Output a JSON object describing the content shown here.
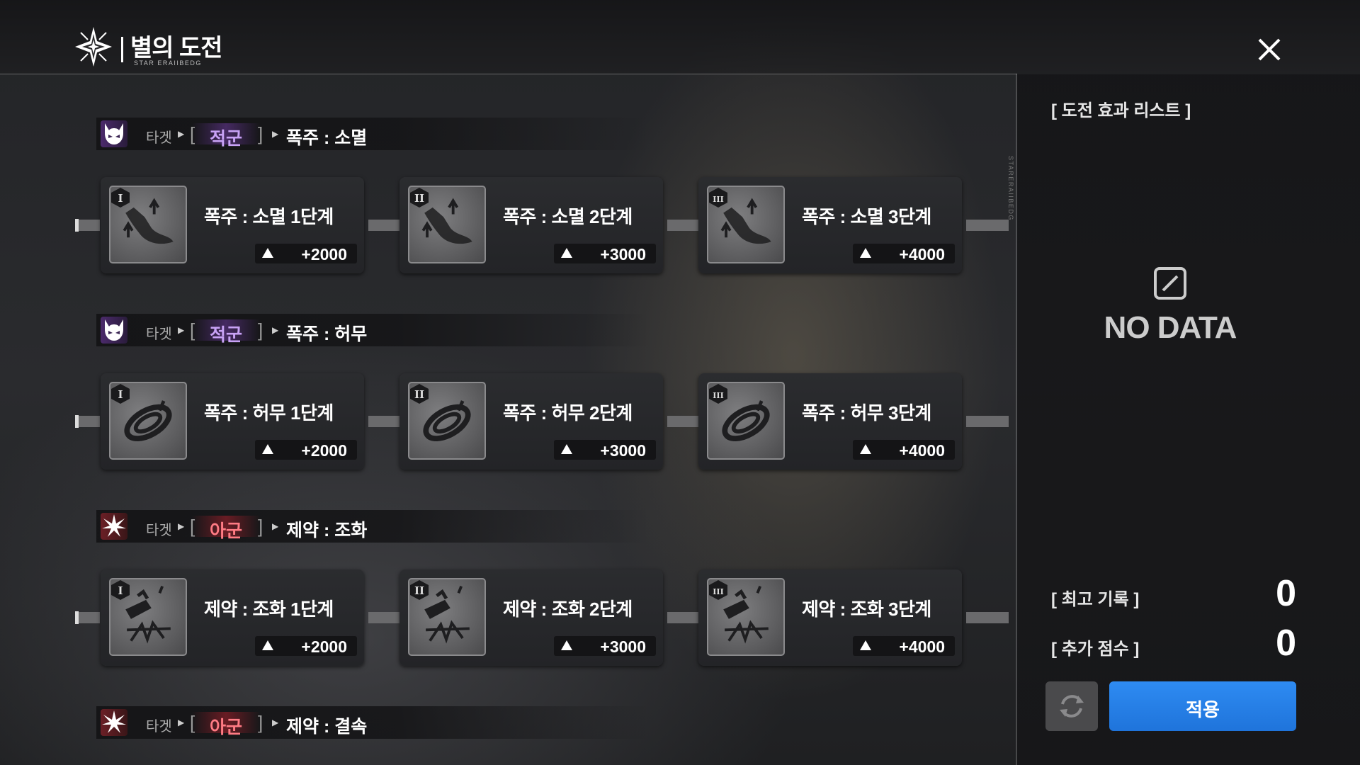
{
  "header": {
    "title": "별의 도전",
    "subtitle": "STAR ERAIIBEDG"
  },
  "sections": [
    {
      "type": "enemy",
      "label": "타겟",
      "target": "적군",
      "name": "폭주 : 소멸",
      "cards": [
        {
          "name": "폭주 : 소멸 1단계",
          "tier": "I",
          "score": "+2000"
        },
        {
          "name": "폭주 : 소멸 2단계",
          "tier": "II",
          "score": "+3000"
        },
        {
          "name": "폭주 : 소멸 3단계",
          "tier": "III",
          "score": "+4000"
        }
      ]
    },
    {
      "type": "enemy",
      "label": "타겟",
      "target": "적군",
      "name": "폭주 : 허무",
      "cards": [
        {
          "name": "폭주 : 허무 1단계",
          "tier": "I",
          "score": "+2000"
        },
        {
          "name": "폭주 : 허무 2단계",
          "tier": "II",
          "score": "+3000"
        },
        {
          "name": "폭주 : 허무 3단계",
          "tier": "III",
          "score": "+4000"
        }
      ]
    },
    {
      "type": "ally",
      "label": "타겟",
      "target": "아군",
      "name": "제약 : 조화",
      "cards": [
        {
          "name": "제약 : 조화 1단계",
          "tier": "I",
          "score": "+2000"
        },
        {
          "name": "제약 : 조화 2단계",
          "tier": "II",
          "score": "+3000"
        },
        {
          "name": "제약 : 조화 3단계",
          "tier": "III",
          "score": "+4000"
        }
      ]
    },
    {
      "type": "ally",
      "label": "타겟",
      "target": "아군",
      "name": "제약 : 결속",
      "cards": []
    }
  ],
  "panel": {
    "title": "[ 도전 효과 리스트 ]",
    "vertical_text": "STARERAIIBEDG",
    "empty_text": "NO DATA",
    "best_record_label": "[ 최고 기록 ]",
    "best_record_value": "0",
    "bonus_score_label": "[ 추가 점수 ]",
    "bonus_score_value": "0",
    "apply_label": "적용"
  },
  "colors": {
    "enemy_accent": "#c8a2f5",
    "ally_accent": "#ff7b84",
    "apply_button": "#2a84ee"
  },
  "icons": {
    "logo": "star-emblem-icon",
    "close": "close-icon",
    "enemy_badge": "demon-head-icon",
    "ally_badge": "burst-star-icon",
    "nodata": "empty-slash-icon",
    "refresh": "refresh-icon"
  }
}
